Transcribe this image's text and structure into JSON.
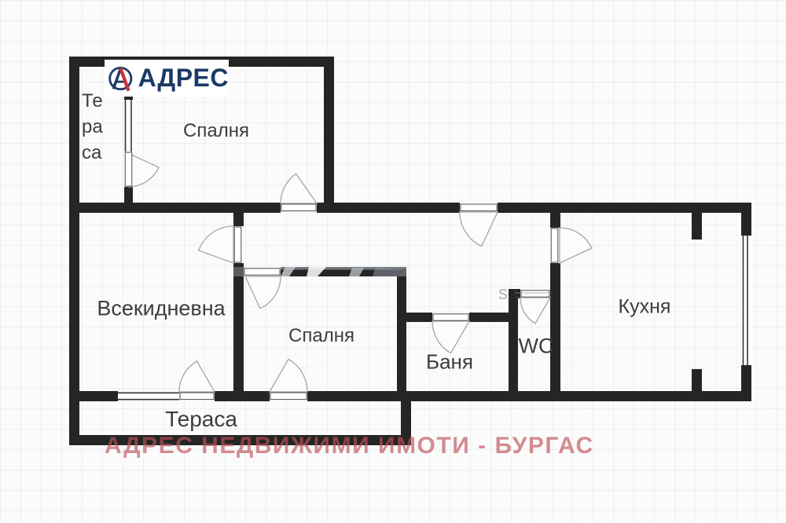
{
  "branding": {
    "logo_text": "АДРЕС",
    "logo_icon": "circle-a-icon",
    "navy": "#1c3a66",
    "red": "#cf2e38"
  },
  "watermarks": {
    "bottom_text": "АДРЕС НЕДВИЖИМИ ИМОТИ - БУРГАС",
    "bottom_color": "#be5259",
    "center_text": "s"
  },
  "floor_plan": {
    "wall_color": "#252525",
    "rooms": [
      {
        "id": "terrace-top",
        "label": "Тераса",
        "label_lines": [
          "Те",
          "ра",
          "са"
        ]
      },
      {
        "id": "bedroom-top",
        "label": "Спалня"
      },
      {
        "id": "living-room",
        "label": "Всекидневна"
      },
      {
        "id": "bedroom-middle",
        "label": "Спалня"
      },
      {
        "id": "bathroom",
        "label": "Баня"
      },
      {
        "id": "wc",
        "label": "WC"
      },
      {
        "id": "kitchen",
        "label": "Кухня"
      },
      {
        "id": "terrace-bottom",
        "label": "Тераса"
      }
    ]
  }
}
